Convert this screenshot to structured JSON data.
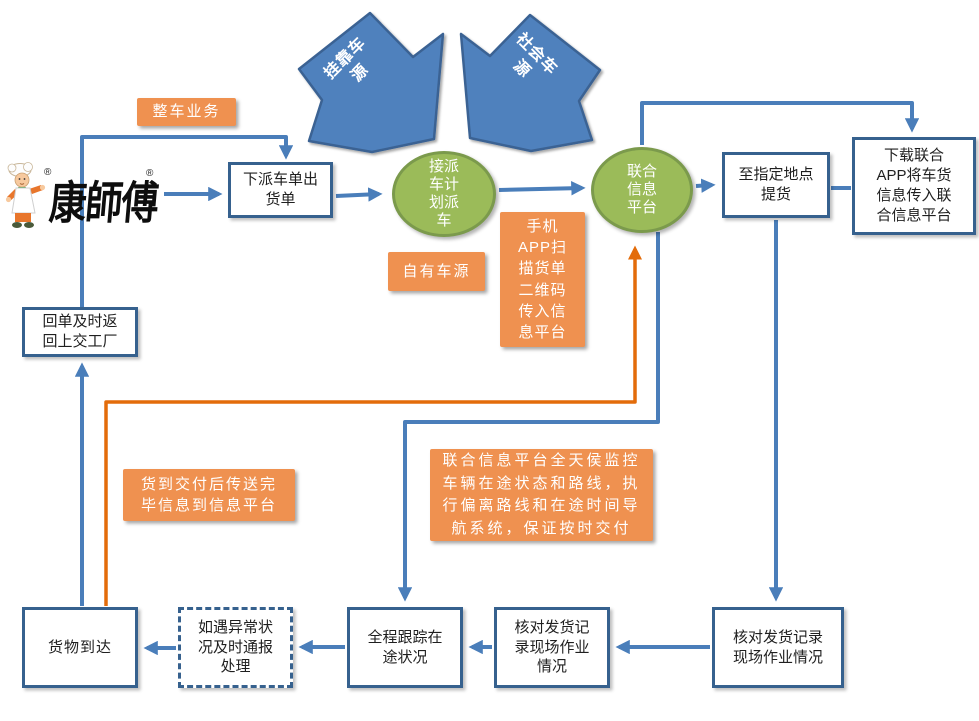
{
  "colors": {
    "line-blue": "#4a7eba",
    "blue-fill": "#4f81bd",
    "blue-border": "#3a6293",
    "green-fill": "#9bbb59",
    "green-border": "#7b9a4c",
    "orange-fill": "#ef9150",
    "orange-line": "#e36c0a",
    "box-border": "#36618e",
    "text-dark": "#1f1f1f"
  },
  "logo": {
    "brand": "康師傅",
    "registered": "®"
  },
  "source_arrows": {
    "affiliated": "挂靠车\n源",
    "social": "社会车\n源"
  },
  "nodes": {
    "full_truck_label": "整车业务",
    "dispatch_order": "下派车单出\n货单",
    "plan_dispatch_circle": "接派\n车计\n划派\n车",
    "union_platform_circle": "联合\n信息\n平台",
    "own_vehicles": "自有车源",
    "app_scan_note": "手机\nAPP扫\n描货单\n二维码\n传入信\n息平台",
    "pickup": "至指定地点\n提货",
    "download_app": "下载联合\nAPP将车货\n信息传入联\n合信息平台",
    "receipt_return": "回单及时返\n回上交工厂",
    "delivery_note": "货到交付后传送完\n毕信息到信息平台",
    "monitor_note": "联合信息平台全天侯监控\n车辆在途状态和路线，执\n行偏离路线和在途时间导\n航系统，保证按时交付",
    "goods_arrival": "货物到达",
    "exception": "如遇异常状\n况及时通报\n处理",
    "tracking": "全程跟踪在\n途状况",
    "check_record_1": "核对发货记\n录现场作业\n情况",
    "check_record_2": "核对发货记录\n现场作业情况"
  }
}
